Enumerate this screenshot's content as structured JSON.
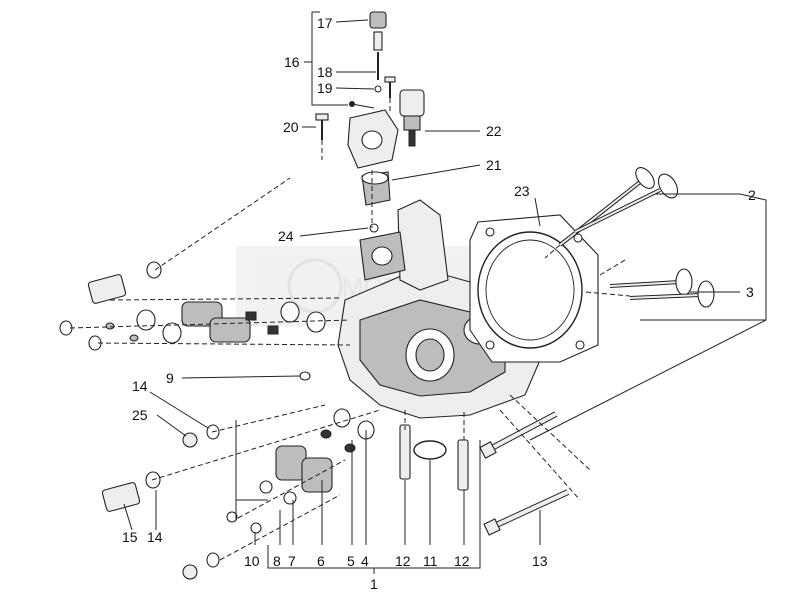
{
  "diagram": {
    "callouts": [
      "1",
      "2",
      "3",
      "4",
      "5",
      "6",
      "7",
      "8",
      "9",
      "10",
      "11",
      "12",
      "12",
      "13",
      "14",
      "14",
      "15",
      "16",
      "17",
      "18",
      "19",
      "20",
      "21",
      "22",
      "23",
      "24",
      "25"
    ],
    "labels": {
      "n1": "1",
      "n2": "2",
      "n3": "3",
      "n4": "4",
      "n5": "5",
      "n6": "6",
      "n7": "7",
      "n8": "8",
      "n9": "9",
      "n10": "10",
      "n11": "11",
      "n12a": "12",
      "n12b": "12",
      "n13": "13",
      "n14a": "14",
      "n14b": "14",
      "n15": "15",
      "n16": "16",
      "n17": "17",
      "n18": "18",
      "n19": "19",
      "n20": "20",
      "n21": "21",
      "n22": "22",
      "n23": "23",
      "n24": "24",
      "n25": "25"
    },
    "watermark": "MOTORCYCLE"
  }
}
